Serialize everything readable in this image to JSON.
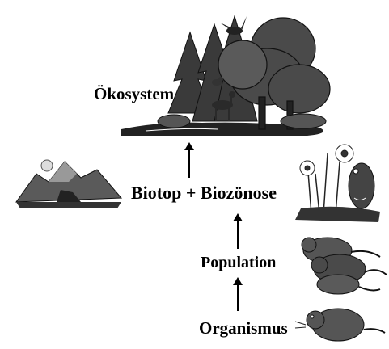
{
  "levels": {
    "oekosystem": "Ökosystem",
    "biotop_biozoenose": "Biotop + Biozönose",
    "population": "Population",
    "organismus": "Organismus"
  },
  "illustrations": [
    "forest-ecosystem",
    "mountain-landscape",
    "plants-with-vole",
    "vole-group",
    "single-vole"
  ],
  "arrows": [
    "up-arrow",
    "up-arrow",
    "up-arrow"
  ]
}
